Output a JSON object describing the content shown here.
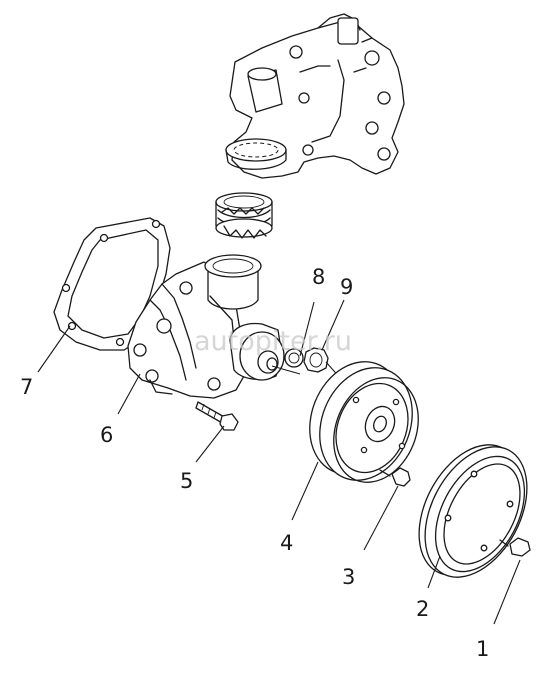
{
  "watermark": "autopiter.ru",
  "callouts": [
    "1",
    "2",
    "3",
    "4",
    "5",
    "6",
    "7",
    "8",
    "9"
  ]
}
